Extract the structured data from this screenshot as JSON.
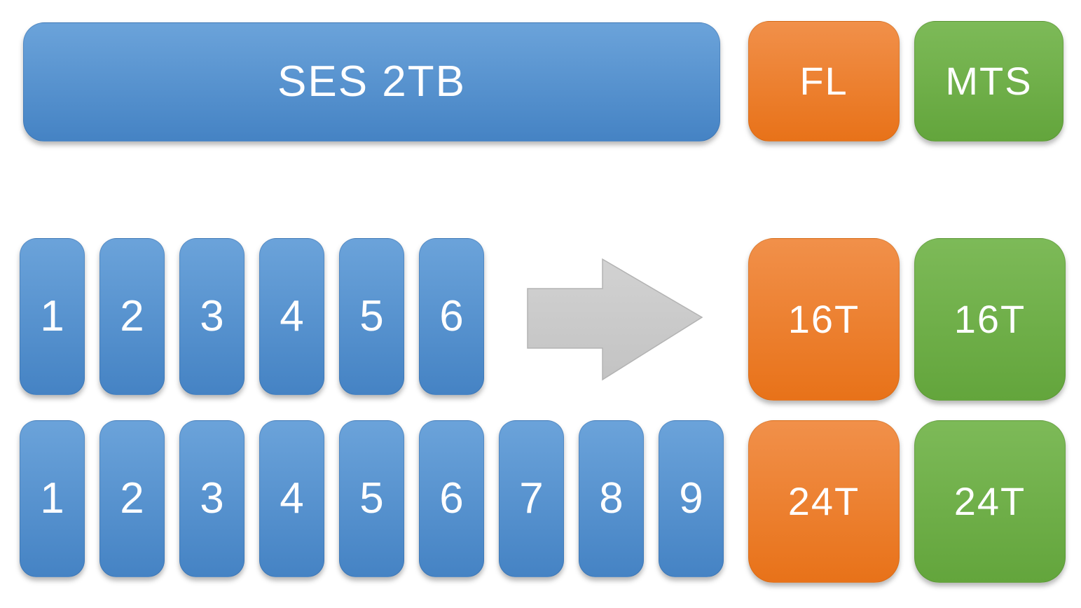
{
  "diagram": {
    "description": "SES 2TB extent-to-tier mapping diagram",
    "header": {
      "source_label": "SES 2TB",
      "columns": [
        {
          "label": "FL",
          "color": "#e87219"
        },
        {
          "label": "MTS",
          "color": "#63a53c"
        }
      ]
    },
    "rows": [
      {
        "cells": [
          "1",
          "2",
          "3",
          "4",
          "5",
          "6"
        ],
        "results": [
          {
            "label": "16T",
            "color": "#e87219"
          },
          {
            "label": "16T",
            "color": "#63a53c"
          }
        ]
      },
      {
        "cells": [
          "1",
          "2",
          "3",
          "4",
          "5",
          "6",
          "7",
          "8",
          "9"
        ],
        "results": [
          {
            "label": "24T",
            "color": "#e87219"
          },
          {
            "label": "24T",
            "color": "#63a53c"
          }
        ]
      }
    ],
    "arrow": {
      "icon": "right-arrow",
      "direction": "right",
      "fill": "#c9c9c9"
    },
    "colors": {
      "blue_top": "#6ba3da",
      "blue_bottom": "#4583c4",
      "orange_top": "#f1904a",
      "orange_bottom": "#e87219",
      "green_top": "#7dba58",
      "green_bottom": "#63a53c",
      "arrow_fill": "#c9c9c9",
      "text": "#ffffff",
      "background": "#ffffff"
    }
  }
}
